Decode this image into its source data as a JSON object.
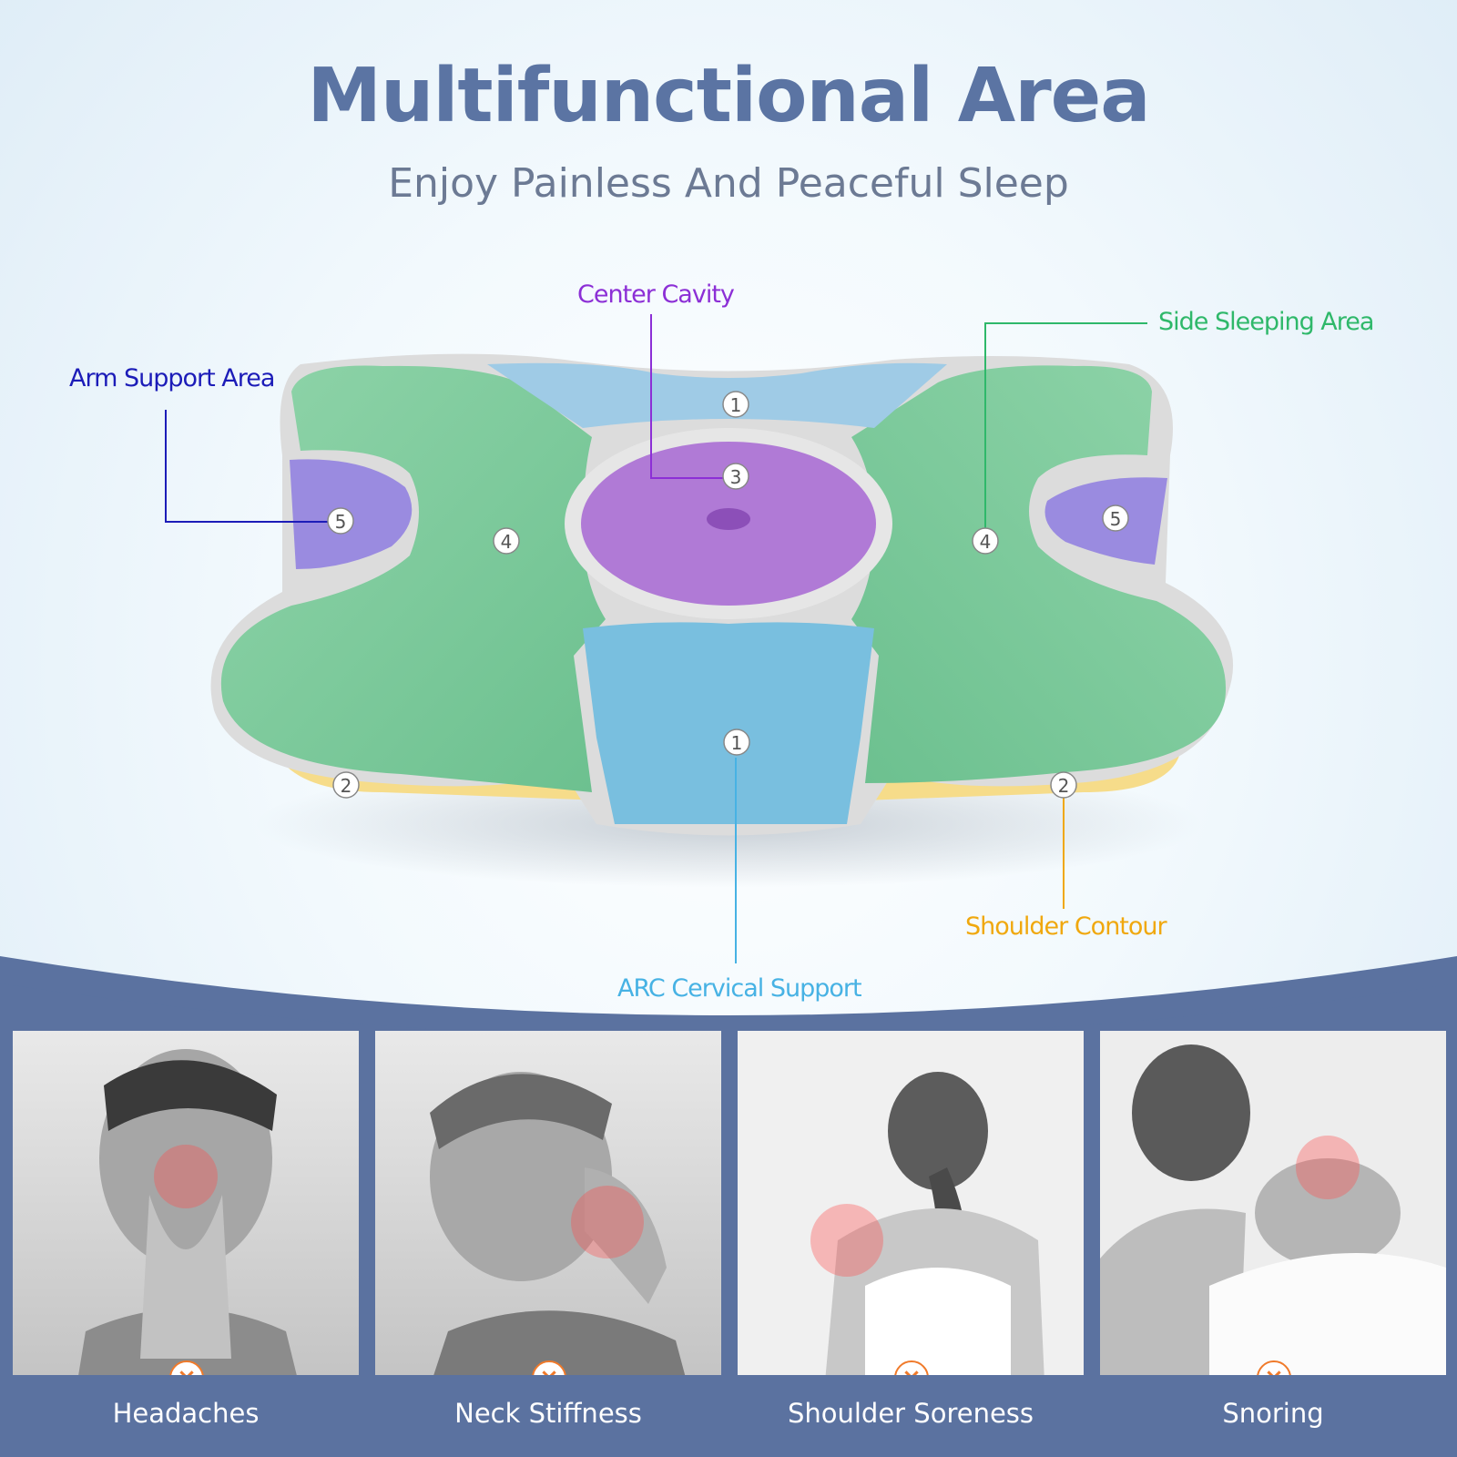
{
  "header": {
    "title": "Multifunctional Area",
    "subtitle": "Enjoy Painless And Peaceful Sleep"
  },
  "callouts": {
    "center_cavity": "Center Cavity",
    "side_sleeping": "Side Sleeping Area",
    "arm_support": "Arm Support Area",
    "shoulder_contour": "Shoulder Contour",
    "arc_cervical": "ARC Cervical Support"
  },
  "zone_numbers": {
    "top_neck": "1",
    "center": "3",
    "left_arm": "5",
    "right_arm": "5",
    "left_side": "4",
    "right_side": "4",
    "bottom_neck": "1",
    "left_shoulder": "2",
    "right_shoulder": "2"
  },
  "colors": {
    "title": "#5b74a3",
    "center_cavity": "#8c2fd6",
    "side_sleeping": "#2fb86a",
    "arm_support": "#1c1cb8",
    "shoulder_contour": "#f0a80e",
    "arc_cervical": "#47b2e4",
    "panel_bar": "#5b72a0",
    "x_mark": "#f07a2a"
  },
  "panels": [
    {
      "label": "Headaches",
      "icon": "x-circle-icon"
    },
    {
      "label": "Neck Stiffness",
      "icon": "x-circle-icon"
    },
    {
      "label": "Shoulder Soreness",
      "icon": "x-circle-icon"
    },
    {
      "label": "Snoring",
      "icon": "x-circle-icon"
    }
  ]
}
